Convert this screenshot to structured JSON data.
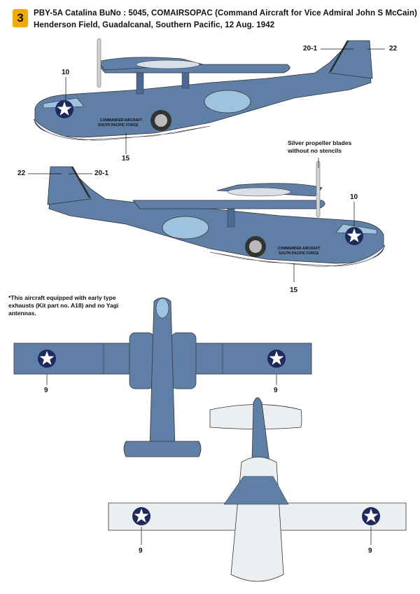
{
  "plate": {
    "number": "3",
    "title_line1": "PBY-5A Catalina BuNo : 5045, COMAIRSOPAC (Command Aircraft for Vice Admiral John S McCain)",
    "title_line2": "Henderson Field, Guadalcanal, Southern Pacific, 12 Aug. 1942"
  },
  "profile_left": {
    "callouts": {
      "c10": "10",
      "c15": "15",
      "c20_1": "20-1",
      "c22": "22"
    },
    "fuselage_text_1": "COMMANDER AIRCRAFT",
    "fuselage_text_2": "SOUTH PACIFIC FORCE"
  },
  "profile_right": {
    "callouts": {
      "c10": "10",
      "c15": "15",
      "c20_1": "20-1",
      "c22": "22"
    },
    "fuselage_text_1": "COMMANDER AIRCRAFT",
    "fuselage_text_2": "SOUTH PACIFIC FORCE",
    "prop_note_1": "Silver propeller blades",
    "prop_note_2": "without no stencils"
  },
  "note": {
    "line1": "*This aircraft equipped with early type",
    "line2": "exhausts (Kit part no. A18) and no Yagi",
    "line3": "antennas."
  },
  "top_view": {
    "c9_left": "9",
    "c9_right": "9"
  },
  "bottom_view": {
    "c9_left": "9",
    "c9_right": "9"
  },
  "colors": {
    "blue_gray": "#5f7fa6",
    "blue_gray_dark": "#4a6a92",
    "underside": "#eceff2",
    "insignia": "#1f2a5c",
    "badge": "#f2a900"
  }
}
